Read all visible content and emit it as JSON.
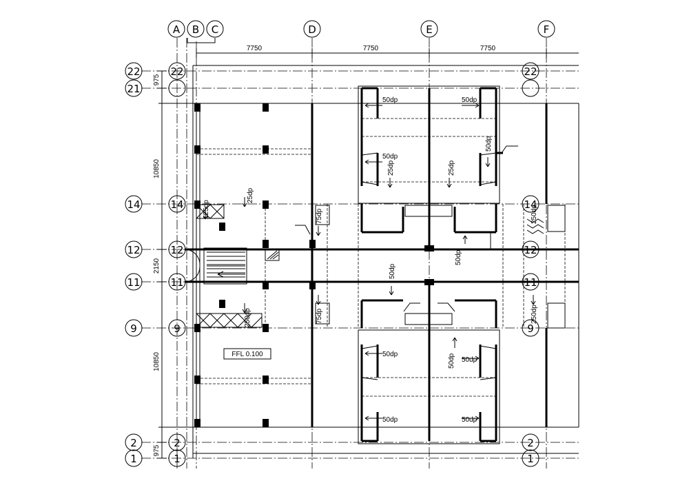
{
  "grid": {
    "columns": [
      "A",
      "B",
      "C",
      "D",
      "E",
      "F"
    ],
    "rows_left": [
      "22",
      "21",
      "14",
      "12",
      "11",
      "9",
      "2",
      "1"
    ],
    "rows_right_22": "22",
    "rows_right_14": "14",
    "rows_right_12": "12",
    "rows_right_11": "11",
    "rows_right_9": "9",
    "rows_right_2": "2",
    "rows_right_1": "1"
  },
  "dimensions": {
    "top": [
      "7750",
      "7750",
      "7750"
    ],
    "left": [
      "975",
      "10850",
      "2150",
      "10850",
      "975"
    ]
  },
  "annotations": {
    "floor_level": "FFL 0.100",
    "drop_50": "50dp",
    "drop_25": "25dp",
    "drop_75": "75dp",
    "drop_125": "125dp",
    "drop_250": "250dp"
  }
}
